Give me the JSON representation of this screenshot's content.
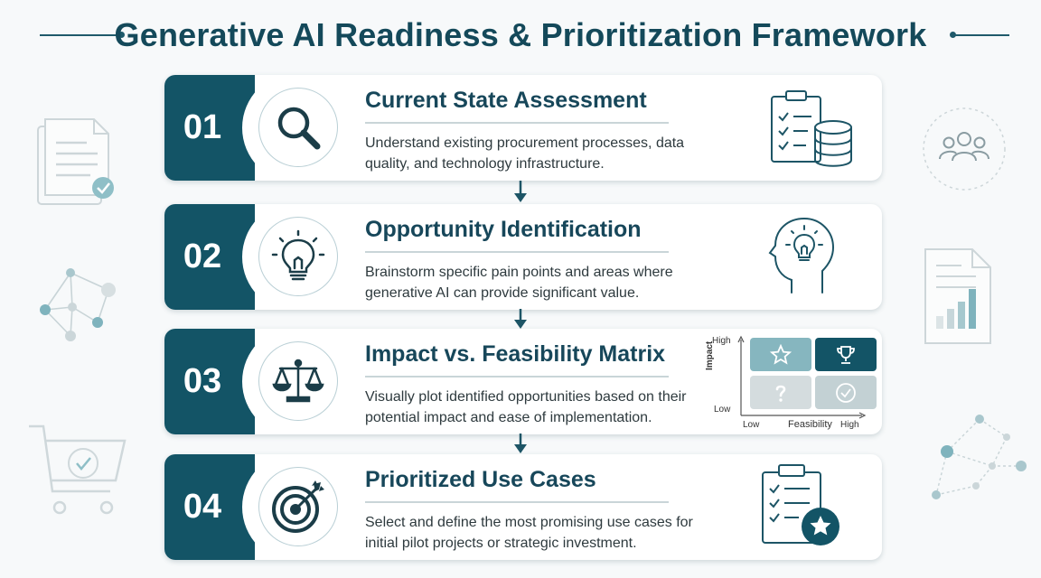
{
  "title": "Generative AI Readiness & Prioritization Framework",
  "steps": [
    {
      "number": "01",
      "title": "Current State Assessment",
      "description": "Understand existing procurement processes, data quality, and technology infrastructure.",
      "icon": "magnifier-icon",
      "right_icon": "checklist-database-icon"
    },
    {
      "number": "02",
      "title": "Opportunity Identification",
      "description": "Brainstorm specific pain points and areas where generative AI can provide significant value.",
      "icon": "lightbulb-icon",
      "right_icon": "head-lightbulb-icon"
    },
    {
      "number": "03",
      "title": "Impact vs. Feasibility Matrix",
      "description": "Visually plot identified opportunities based on their potential impact and ease of implementation.",
      "icon": "scales-icon",
      "right_icon": "impact-feasibility-matrix"
    },
    {
      "number": "04",
      "title": "Prioritized Use Cases",
      "description": "Select and define the most promising use cases for initial pilot projects or strategic investment.",
      "icon": "target-icon",
      "right_icon": "clipboard-star-icon"
    }
  ],
  "matrix": {
    "y_high": "High",
    "y_low": "Low",
    "y_axis": "Impact",
    "x_low": "Low",
    "x_axis": "Feasibility",
    "x_high": "High",
    "cells": [
      "star-icon",
      "trophy-icon",
      "question-icon",
      "check-icon"
    ]
  },
  "colors": {
    "primary": "#135466",
    "title": "#14495a",
    "accent_light": "#7fb3bd",
    "background": "#f7f9fa"
  }
}
